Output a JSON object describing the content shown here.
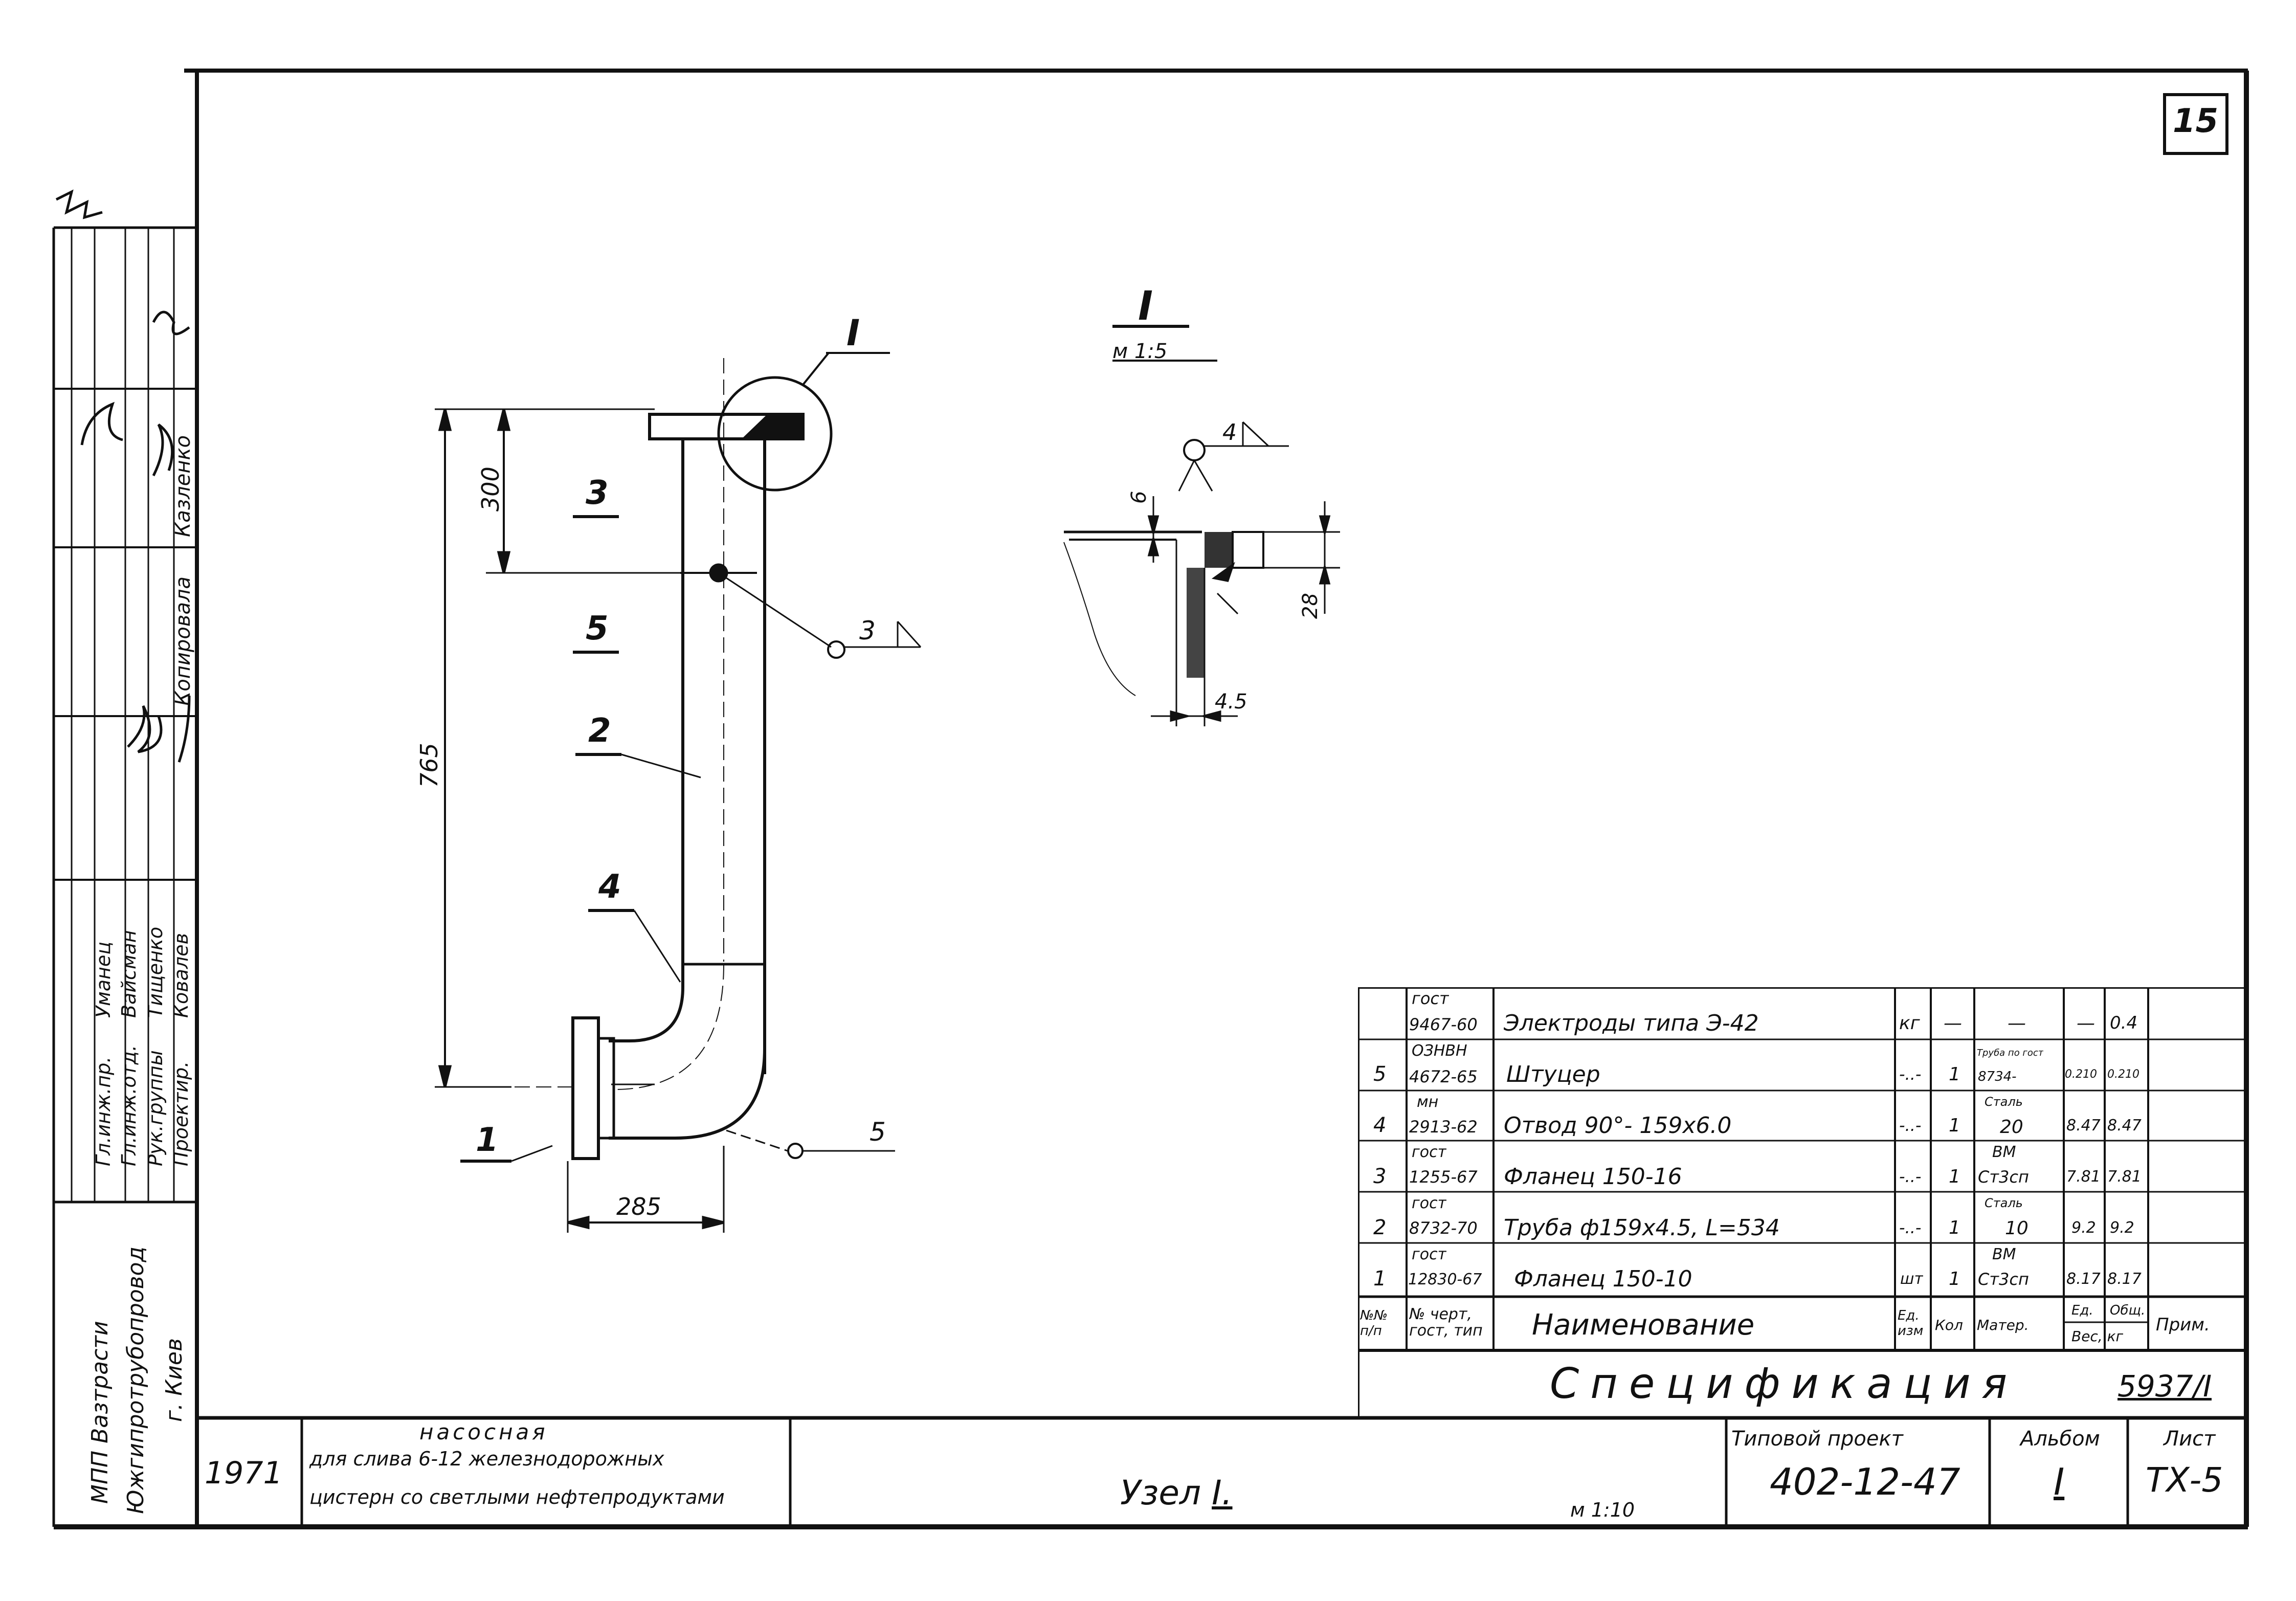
{
  "sheet_number": "15",
  "drawing": {
    "callout_I": "I",
    "parts": {
      "p1": "1",
      "p2": "2",
      "p3": "3",
      "p4": "4",
      "p5": "5"
    },
    "dims": {
      "d300": "300",
      "d765": "765",
      "d285": "285"
    },
    "weld_labels": {
      "w3": "3",
      "w5": "5"
    }
  },
  "detail": {
    "title": "I",
    "scale": "м 1:5",
    "weld": "4",
    "d6": "6",
    "d28": "28",
    "d45": "4.5"
  },
  "spec": {
    "title": "Спецификация",
    "code": "5937/I",
    "header": {
      "num": "№№ п/п",
      "doc": "№ черт, гост, тип",
      "name": "Наименование",
      "unit": "Ед. изм",
      "qty": "Кол",
      "material": "Матер.",
      "weight_unit": "Ед.",
      "weight_total": "Общ.",
      "weight": "Вес, кг",
      "note": "Прим."
    },
    "rows": [
      {
        "num": "",
        "doc_top": "гост",
        "doc": "9467-60",
        "name": "Электроды типа Э-42",
        "unit": "кг",
        "qty": "—",
        "mat_top": "",
        "material": "—",
        "w1": "—",
        "w2": "0.4"
      },
      {
        "num": "5",
        "doc_top": "ОЗНВН",
        "doc": "4672-65",
        "name": "Штуцер",
        "unit": "-..-",
        "qty": "1",
        "mat_top": "Труба по гост",
        "material": "8734-",
        "w1": "0.210",
        "w2": "0.210"
      },
      {
        "num": "4",
        "doc_top": "мн",
        "doc": "2913-62",
        "name": "Отвод 90°- 159x6.0",
        "unit": "-..-",
        "qty": "1",
        "mat_top": "Сталь",
        "material": "20",
        "w1": "8.47",
        "w2": "8.47"
      },
      {
        "num": "3",
        "doc_top": "гост",
        "doc": "1255-67",
        "name": "Фланец 150-16",
        "unit": "-..-",
        "qty": "1",
        "mat_top": "ВМ",
        "material": "Ст3сп",
        "w1": "7.81",
        "w2": "7.81"
      },
      {
        "num": "2",
        "doc_top": "гост",
        "doc": "8732-70",
        "name": "Труба ф159x4.5, L=534",
        "unit": "-..-",
        "qty": "1",
        "mat_top": "Сталь",
        "material": "10",
        "w1": "9.2",
        "w2": "9.2"
      },
      {
        "num": "1",
        "doc_top": "гост",
        "doc": "12830-67",
        "name": "Фланец 150-10",
        "unit": "шт",
        "qty": "1",
        "mat_top": "ВМ",
        "material": "Ст3сп",
        "w1": "8.17",
        "w2": "8.17"
      }
    ]
  },
  "title_block": {
    "org1": "МПП Вазтрасти",
    "org2": "Южгипротрубопровод",
    "city": "г. Киев",
    "year": "1971",
    "desc1": "насосная",
    "desc2": "для слива 6-12 железнодорожных",
    "desc3": "цистерн со светлыми нефтепродуктами",
    "node": "Узел",
    "node_num": "I.",
    "scale": "м 1:10",
    "project_label": "Типовой проект",
    "project": "402-12-47",
    "album_label": "Альбом",
    "album": "I",
    "sheet_label": "Лист",
    "sheet": "ТХ-5"
  },
  "stamp": {
    "roles": [
      "Гл.инж.пр.",
      "Гл.инж.отд.",
      "Рук.группы",
      "Проектир."
    ],
    "names": [
      "Уманец",
      "Вайсман",
      "Тищенко",
      "Ковалев"
    ],
    "copied": "Копировала",
    "copied_name": "Казленко"
  }
}
